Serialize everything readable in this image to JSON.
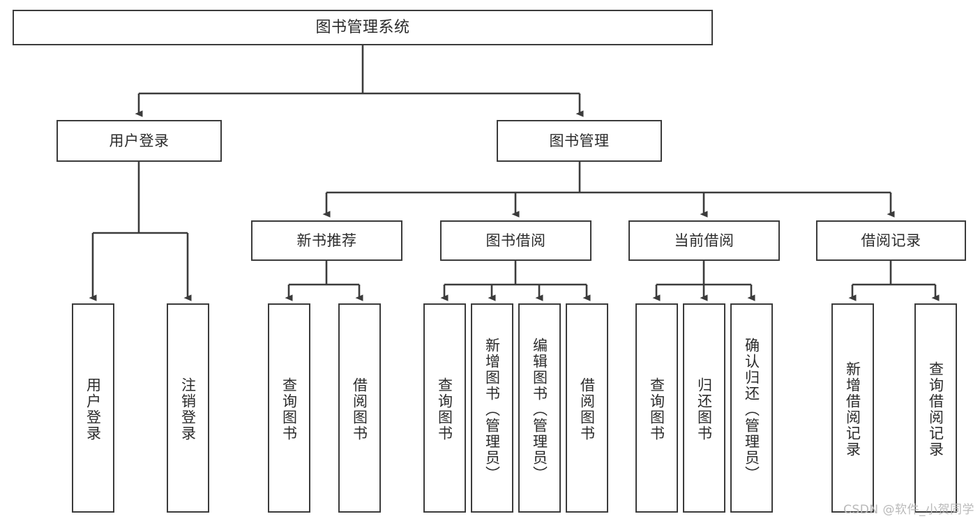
{
  "diagram": {
    "title": "图书管理系统",
    "type": "tree-hierarchy-chart",
    "orientation": "top-down",
    "colors": {
      "box_border": "#3b3b3b",
      "box_fill": "#ffffff",
      "edge": "#3b3b3b",
      "text": "#2b2b2b",
      "watermark": "#b9b9b9",
      "background": "#ffffff"
    }
  },
  "watermark": {
    "text": "CSDN @软件_小贺同学"
  },
  "nodes": {
    "root": {
      "label": "图书管理系统"
    },
    "level2": [
      {
        "id": "user-login",
        "label": "用户登录"
      },
      {
        "id": "book-management",
        "label": "图书管理"
      }
    ],
    "level3": [
      {
        "id": "new-book-recommend",
        "label": "新书推荐"
      },
      {
        "id": "book-borrow",
        "label": "图书借阅"
      },
      {
        "id": "current-borrow",
        "label": "当前借阅"
      },
      {
        "id": "borrow-record",
        "label": "借阅记录"
      }
    ],
    "leaves": {
      "user_login": [
        {
          "id": "leaf-user-login",
          "label": "用户登录"
        },
        {
          "id": "leaf-logout-login",
          "label": "注销登录"
        }
      ],
      "new_book_recommend": [
        {
          "id": "leaf-query-book-1",
          "label": "查询图书"
        },
        {
          "id": "leaf-borrow-book-1",
          "label": "借阅图书"
        }
      ],
      "book_borrow": [
        {
          "id": "leaf-query-book-2",
          "label": "查询图书"
        },
        {
          "id": "leaf-add-book",
          "label": "新增图书（管理员）"
        },
        {
          "id": "leaf-edit-book",
          "label": "编辑图书（管理员）"
        },
        {
          "id": "leaf-borrow-book-2",
          "label": "借阅图书"
        }
      ],
      "current_borrow": [
        {
          "id": "leaf-query-book-3",
          "label": "查询图书"
        },
        {
          "id": "leaf-return-book",
          "label": "归还图书"
        },
        {
          "id": "leaf-confirm-return",
          "label": "确认归还（管理员）"
        }
      ],
      "borrow_record": [
        {
          "id": "leaf-add-record",
          "label": "新增借阅记录"
        },
        {
          "id": "leaf-query-record",
          "label": "查询借阅记录"
        }
      ]
    }
  }
}
